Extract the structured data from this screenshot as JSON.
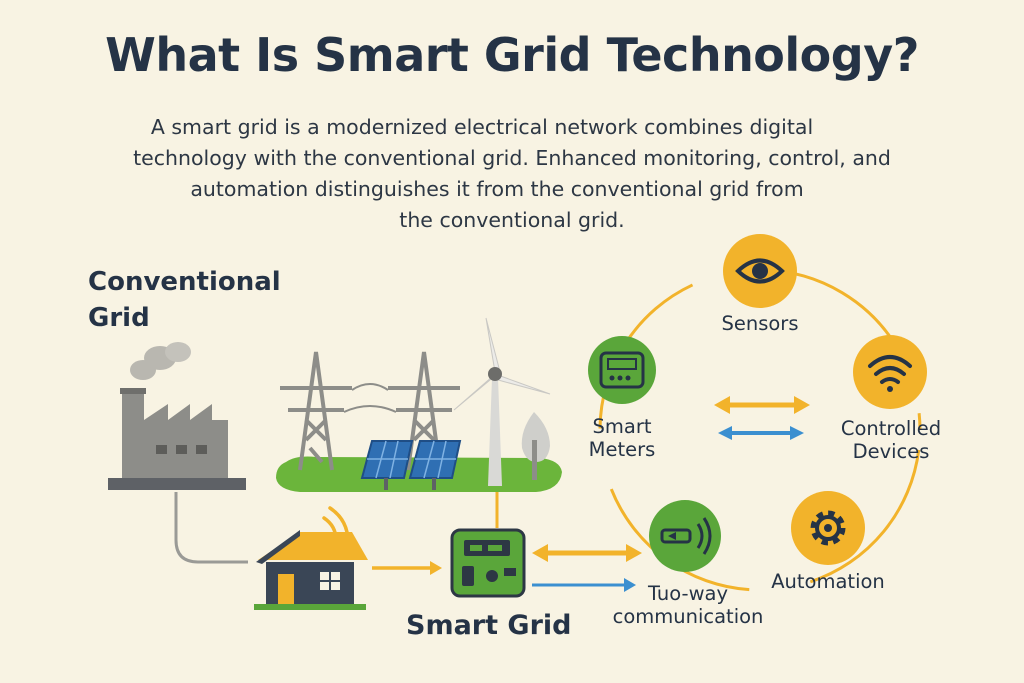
{
  "title": "What Is Smart Grid Technology?",
  "intro": {
    "line1": "A smart grid is a modernized electrical network combines digital",
    "line2": "technology with the conventional grid. Enhanced monitoring, control, and",
    "line3": "automation distinguishes it from the conventional grid from",
    "line4": "the conventional grid."
  },
  "conventional_grid": {
    "label_line1": "Conventional",
    "label_line2": "Grid"
  },
  "smart_grid": {
    "label": "Smart Grid"
  },
  "nodes": {
    "sensors": {
      "label": "Sensors",
      "icon": "eye-icon"
    },
    "smart_meters": {
      "label_line1": "Smart",
      "label_line2": "Meters",
      "icon": "meter-icon"
    },
    "controlled_devices": {
      "label_line1": "Controlled",
      "label_line2": "Devices",
      "icon": "wifi-icon"
    },
    "automation": {
      "label": "Automation",
      "icon": "gear-icon"
    },
    "two_way": {
      "label_line1": "Tuo-way",
      "label_line2": "communication",
      "icon": "signal-icon"
    }
  },
  "colors": {
    "background": "#f8f3e3",
    "navy": "#253346",
    "green": "#5aa63a",
    "yellow": "#f2b32b",
    "blue": "#3b8fd0",
    "gray": "#9a9a96"
  }
}
